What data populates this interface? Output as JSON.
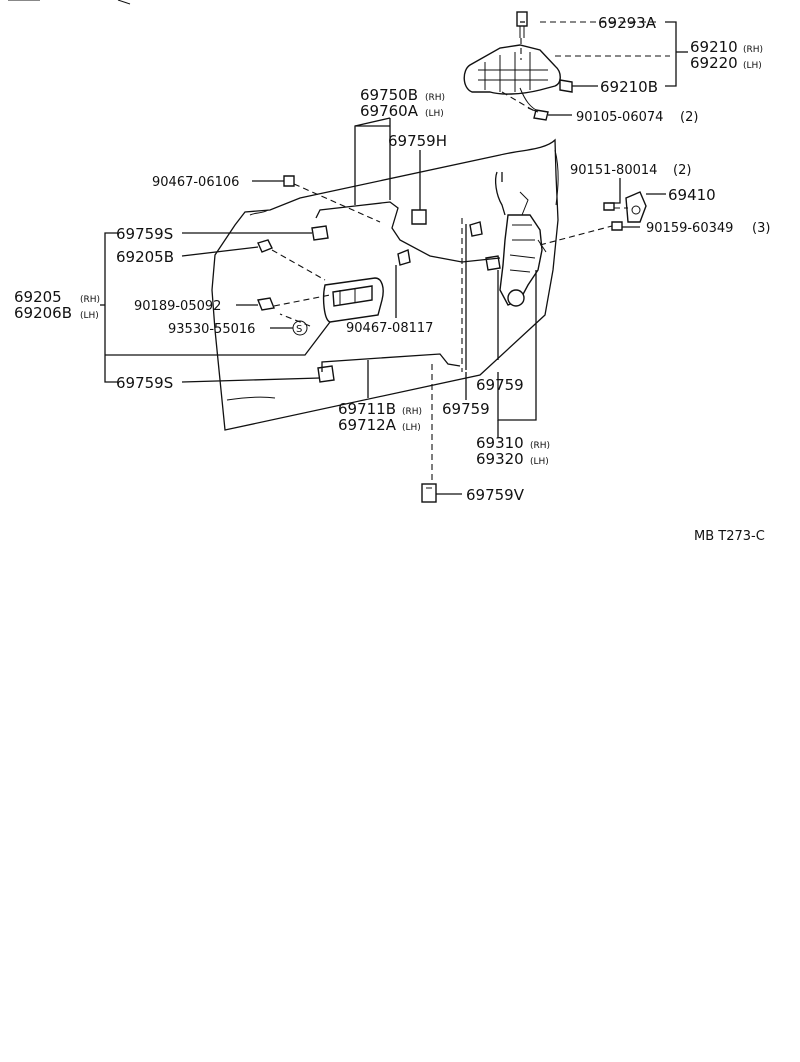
{
  "diagram_code": "MB T273-C",
  "parts": {
    "p69293A": "69293A",
    "p69210": "69210",
    "p69210_side": "(RH)",
    "p69220": "69220",
    "p69220_side": "(LH)",
    "p69210B": "69210B",
    "p90105": "90105-06074",
    "p90105_qty": "(2)",
    "p69750B": "69750B",
    "p69750B_side": "(RH)",
    "p69760A": "69760A",
    "p69760A_side": "(LH)",
    "p69759H": "69759H",
    "p90467_06106": "90467-06106",
    "p90151": "90151-80014",
    "p90151_qty": "(2)",
    "p69410": "69410",
    "p90159": "90159-60349",
    "p90159_qty": "(3)",
    "p69759S_top": "69759S",
    "p69205B": "69205B",
    "p69205": "69205",
    "p69205_side": "(RH)",
    "p69206B": "69206B",
    "p69206B_side": "(LH)",
    "p90189": "90189-05092",
    "p93530": "93530-55016",
    "s_mark": "S",
    "p90467_08117": "90467-08117",
    "p69759S_bottom": "69759S",
    "p69711B": "69711B",
    "p69711B_side": "(RH)",
    "p69712A": "69712A",
    "p69712A_side": "(LH)",
    "p69759_a": "69759",
    "p69759_b": "69759",
    "p69310": "69310",
    "p69310_side": "(RH)",
    "p69320": "69320",
    "p69320_side": "(LH)",
    "p69759V": "69759V"
  }
}
